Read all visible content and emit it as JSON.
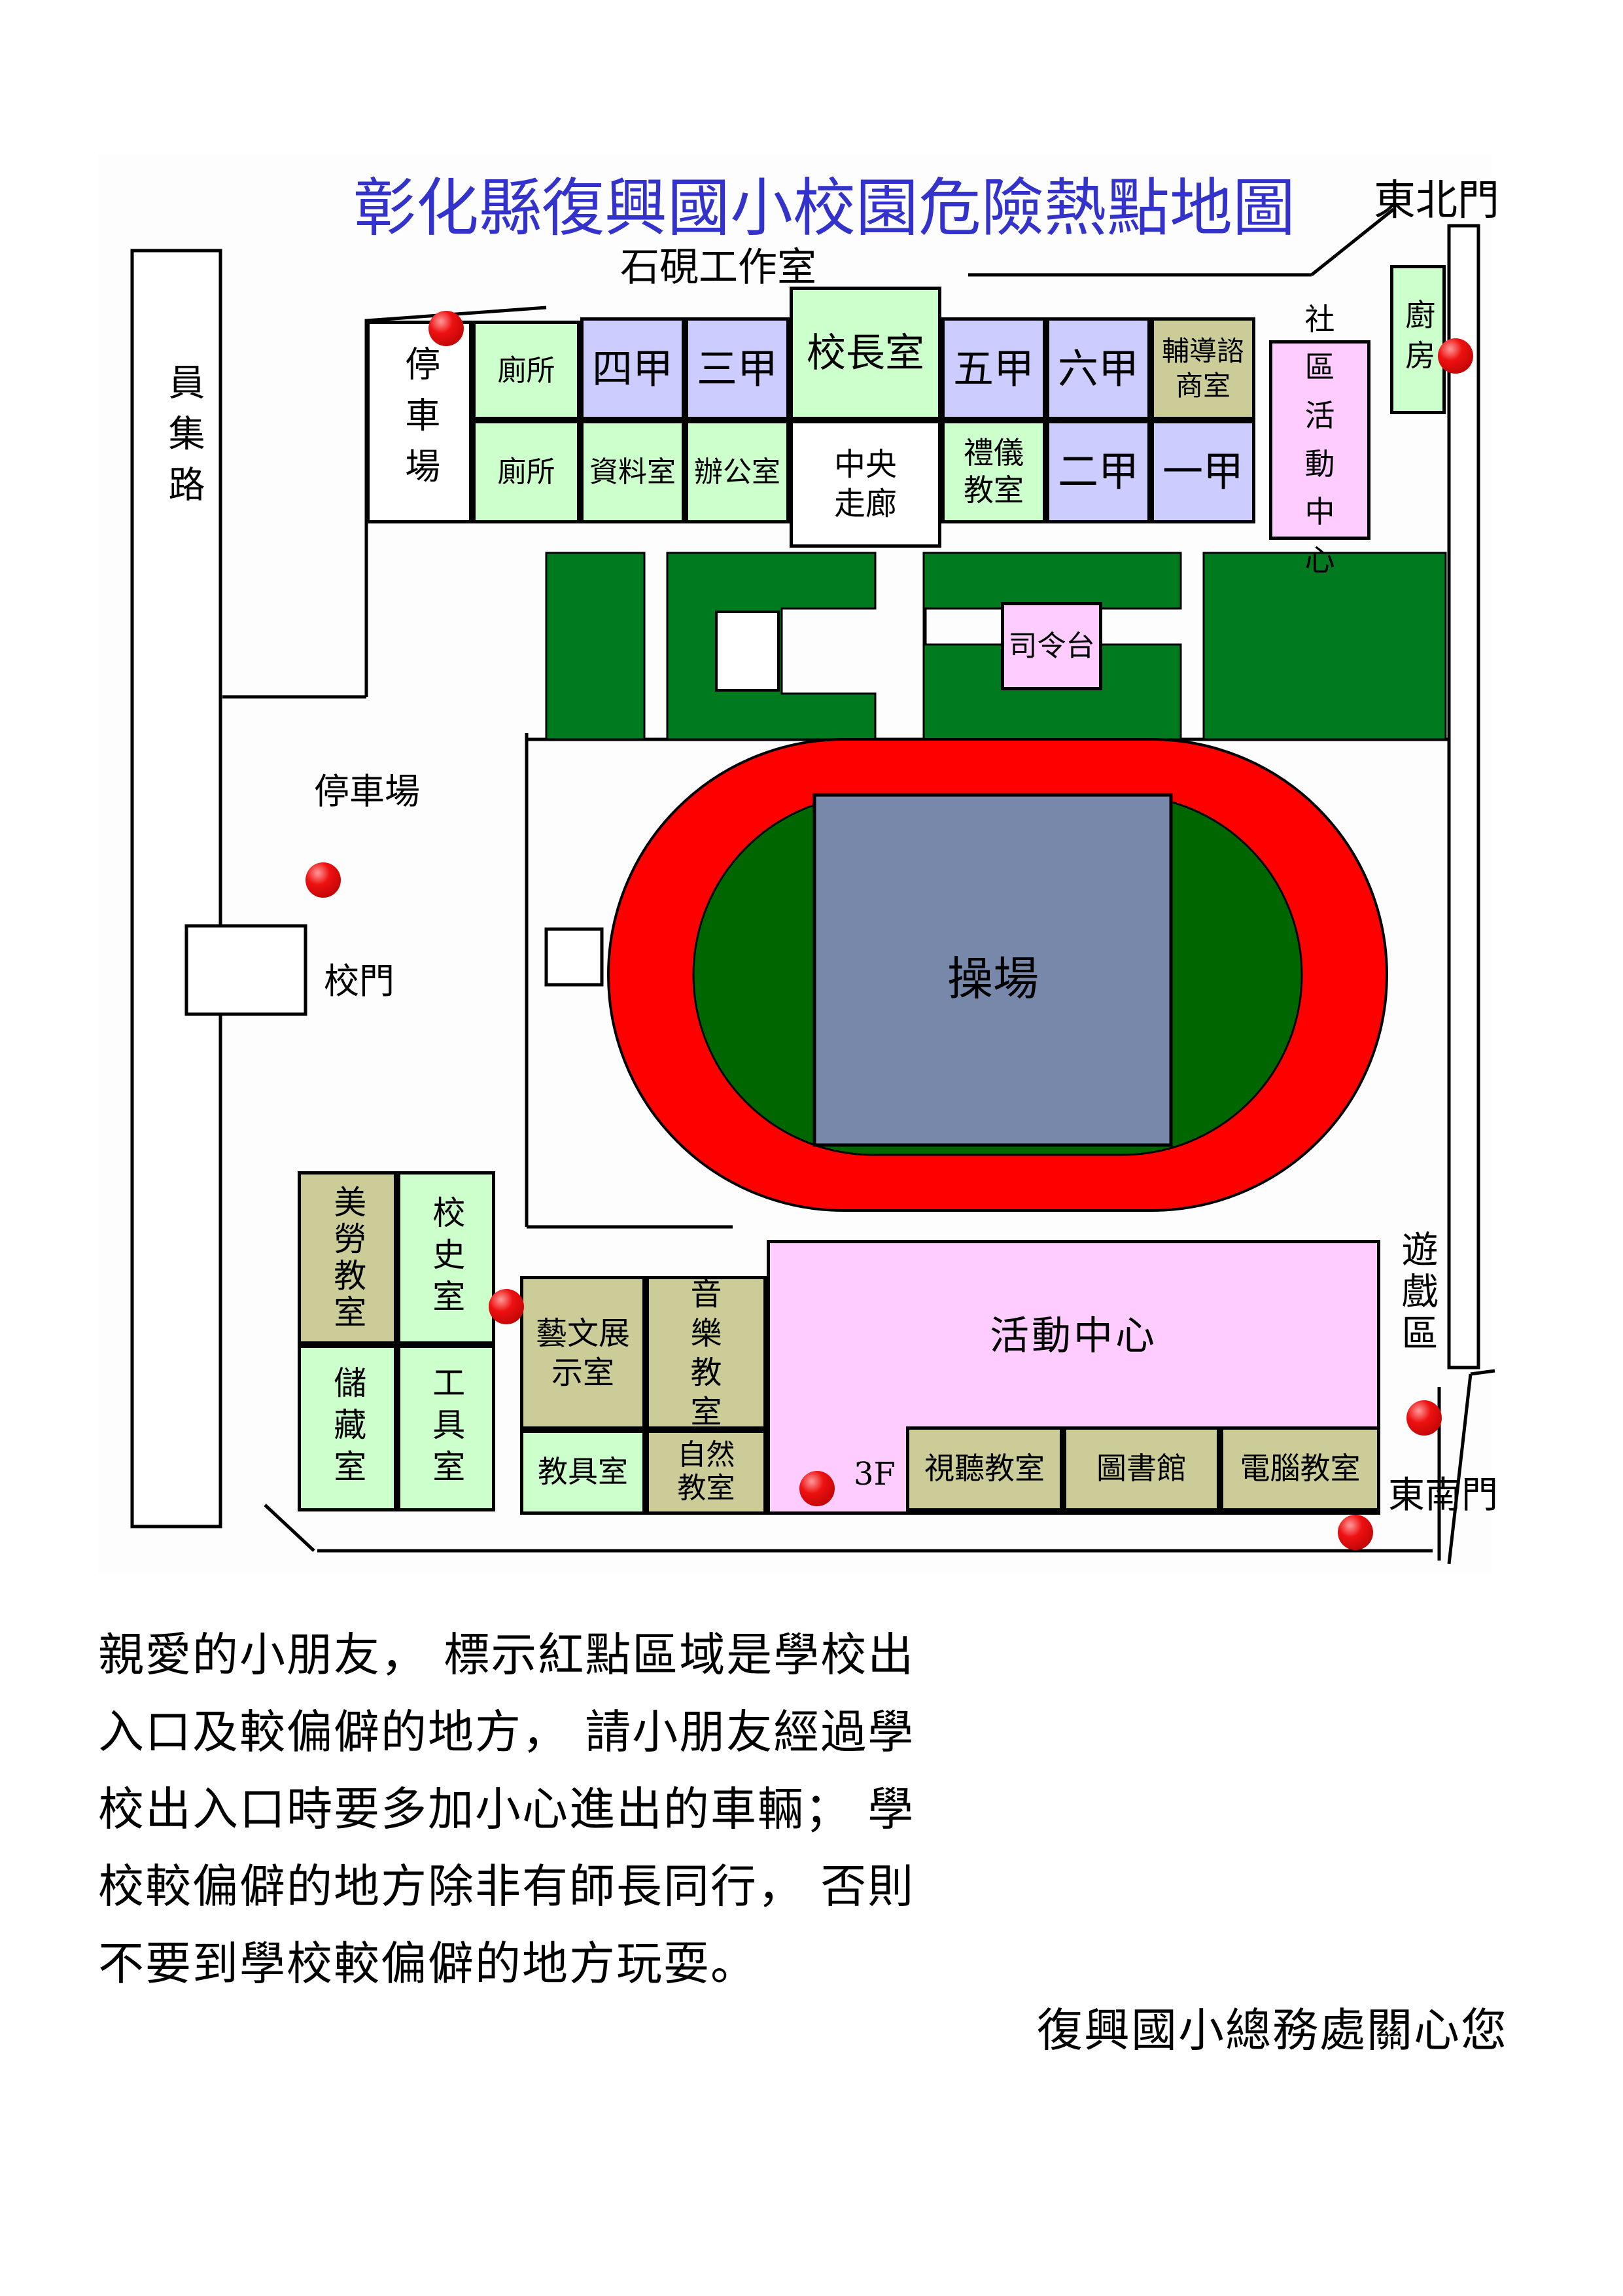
{
  "title": "彰化縣復興國小校園危險熱點地圖",
  "roads": {
    "yuanji": "員集路"
  },
  "gates": {
    "northeast": "東北門",
    "southeast": "東南門",
    "school_gate": "校門"
  },
  "areas": {
    "stone_studio": "石硯工作室",
    "parking_north": "停車場",
    "parking_west": "停車場",
    "playground": "操場",
    "podium": "司令台",
    "play_area": "遊戲區",
    "floor_3f": "3F"
  },
  "north_block": {
    "toilet_top": "廁所",
    "toilet_bottom": "廁所",
    "class_4a": "四甲",
    "class_3a": "三甲",
    "principal": "校長室",
    "class_5a": "五甲",
    "class_6a": "六甲",
    "counseling": "輔導諮商室",
    "data_room": "資料室",
    "office": "辦公室",
    "corridor": "中央走廊",
    "etiquette": "禮儀教室",
    "class_2a": "二甲",
    "class_1a": "一甲",
    "community": "社區活動中心",
    "kitchen": "廚房"
  },
  "south_block": {
    "art_labor": "美勞教室",
    "history": "校史室",
    "storage": "儲藏室",
    "tools": "工具室",
    "art_gallery": "藝文展示室",
    "music": "音樂教室",
    "teaching_aids": "教具室",
    "nature": "自然教室",
    "activity_center": "活動中心",
    "av_room": "視聽教室",
    "library": "圖書館",
    "computer": "電腦教室"
  },
  "notice": {
    "lines": [
      "親愛的小朋友， 標示紅點區域是學校出",
      "入口及較偏僻的地方， 請小朋友經過學",
      "校出入口時要多加小心進出的車輛； 學",
      "校較偏僻的地方除非有師長同行， 否則",
      "不要到學校較偏僻的地方玩耍。"
    ],
    "signature": "復興國小總務處關心您"
  },
  "colors": {
    "title_blue": "#3333cc",
    "track_red": "#ff0000",
    "field_green": "#006600",
    "garden_green": "#007a1f",
    "court_blue": "#7788aa",
    "classroom_purple": "#ccccff",
    "office_green": "#ccffcc",
    "olive": "#cccc99",
    "pink": "#ffccff",
    "hotspot_red": "#ee1111"
  }
}
